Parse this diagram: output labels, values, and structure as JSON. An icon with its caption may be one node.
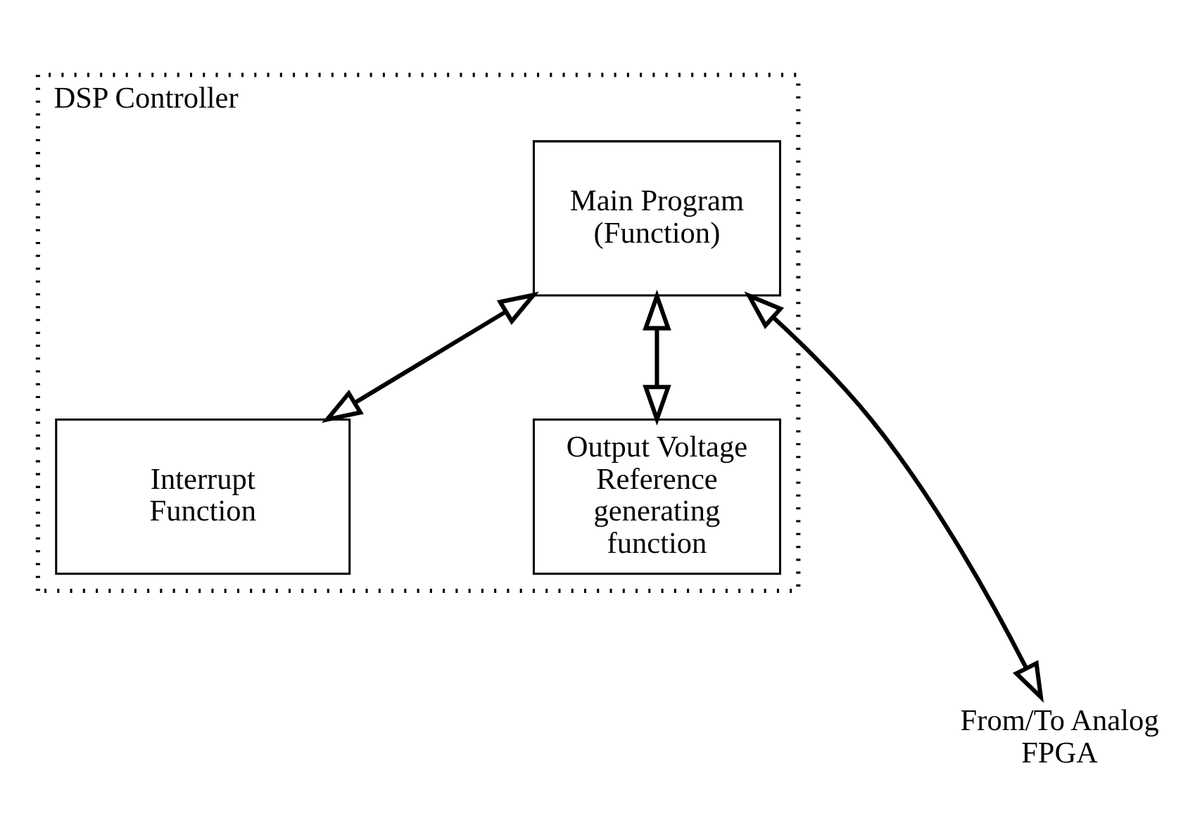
{
  "diagram": {
    "nodes": [
      {
        "text": [
          "DSP Controller"
        ]
      },
      {
        "text": [
          "Main Program (Function)"
        ],
        "in": 0
      },
      {
        "text": [
          "Interrupt Function"
        ],
        "in": 0
      },
      {
        "text": [
          "Output Voltage Reference generating function"
        ],
        "in": 0
      },
      {
        "text": [
          "From/To Analog FPGA"
        ]
      }
    ],
    "edges": [
      {
        "from": 1,
        "to": 2,
        "arrow": "both"
      },
      {
        "from": 1,
        "to": 3,
        "arrow": "both"
      },
      {
        "from": 1,
        "to": 4,
        "arrow": "both"
      }
    ]
  }
}
